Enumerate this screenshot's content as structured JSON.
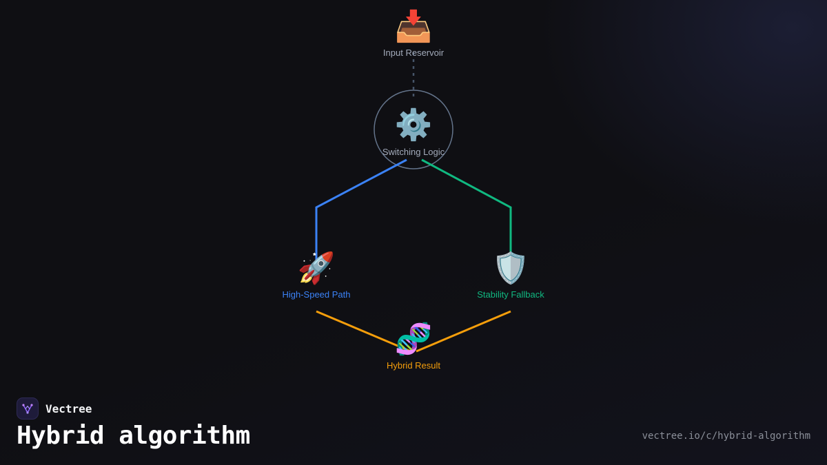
{
  "diagram": {
    "nodes": {
      "input": {
        "icon": "📥",
        "icon_name": "inbox-tray-icon",
        "label": "Input Reservoir"
      },
      "switching": {
        "icon": "⚙️",
        "icon_name": "gear-icon",
        "label": "Switching Logic"
      },
      "high_speed": {
        "icon": "🚀",
        "icon_name": "rocket-icon",
        "label": "High-Speed Path",
        "color": "#3b82f6"
      },
      "stability": {
        "icon": "🛡️",
        "icon_name": "shield-icon",
        "label": "Stability Fallback",
        "color": "#10b981"
      },
      "hybrid": {
        "icon": "🧬",
        "icon_name": "dna-icon",
        "label": "Hybrid Result",
        "color": "#f59e0b"
      }
    },
    "edges": [
      {
        "from": "input",
        "to": "switching",
        "style": "dotted",
        "color": "#475569"
      },
      {
        "from": "switching",
        "to": "high_speed",
        "style": "solid",
        "color": "#3b82f6"
      },
      {
        "from": "switching",
        "to": "stability",
        "style": "solid",
        "color": "#10b981"
      },
      {
        "from": "high_speed",
        "to": "hybrid",
        "style": "solid",
        "color": "#f59e0b"
      },
      {
        "from": "stability",
        "to": "hybrid",
        "style": "solid",
        "color": "#f59e0b"
      }
    ]
  },
  "brand": {
    "name": "Vectree",
    "logo_icon": "vectree-logo-icon"
  },
  "page": {
    "title": "Hybrid algorithm",
    "url": "vectree.io/c/hybrid-algorithm"
  },
  "colors": {
    "background": "#0f0f13",
    "text_muted": "#a3abbb",
    "ring": "#64748b"
  }
}
